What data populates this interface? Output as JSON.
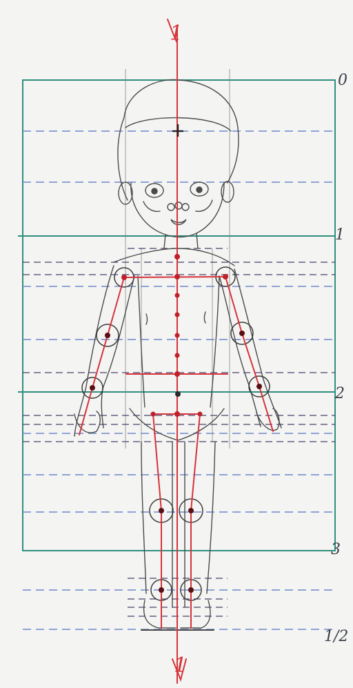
{
  "figure": {
    "description_marks": {
      "top_axis": "1",
      "bottom_axis": "1"
    },
    "scale_labels": [
      "0",
      "1",
      "2",
      "3",
      "1/2"
    ],
    "colors": {
      "paper": "#f4f4f2",
      "frame": "#2d8f7e",
      "guide_blue": "#6f86c9",
      "guide_purple": "#5b4a86",
      "guide_black": "#3a3a3a",
      "axis_red": "#d6323a",
      "pencil": "#4a4a4a"
    }
  }
}
